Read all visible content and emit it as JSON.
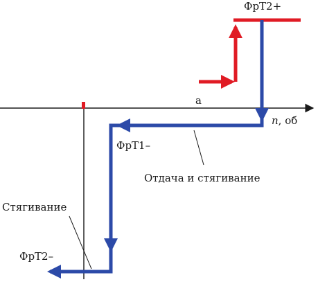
{
  "labels": {
    "frt2_plus": "ФрТ2+",
    "axis_n_var": "n",
    "axis_n_unit": ", об",
    "frt1_minus": "ФрТ1–",
    "otdacha": "Отдача и стягивание",
    "styagivanie": "Стягивание",
    "frt2_minus": "ФрТ2–",
    "prokachka_fragment": "а"
  },
  "colors": {
    "red_path": "#e01b24",
    "blue_path": "#2c4aa8",
    "axis": "#1a1a1a",
    "text": "#1a1a1a",
    "background": "#ffffff"
  }
}
